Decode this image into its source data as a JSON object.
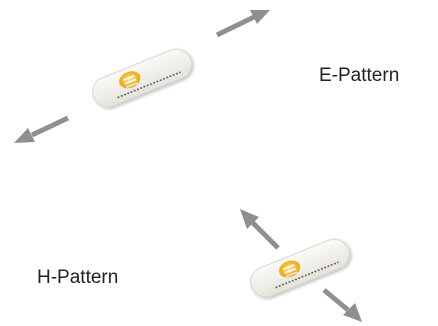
{
  "diagram": {
    "patterns": [
      {
        "label": "E-Pattern",
        "arrows": [
          "up-right",
          "down-left"
        ]
      },
      {
        "label": "H-Pattern",
        "arrows": [
          "up-left",
          "down-right"
        ]
      }
    ]
  },
  "colors": {
    "arrow": "#8f8f8f",
    "strip_fill": "#f1efe9",
    "strip_edge": "#d9d6cf",
    "logo_yellow": "#f2b52a",
    "logo_light": "#fbe08a",
    "strip_text": "#555555"
  }
}
